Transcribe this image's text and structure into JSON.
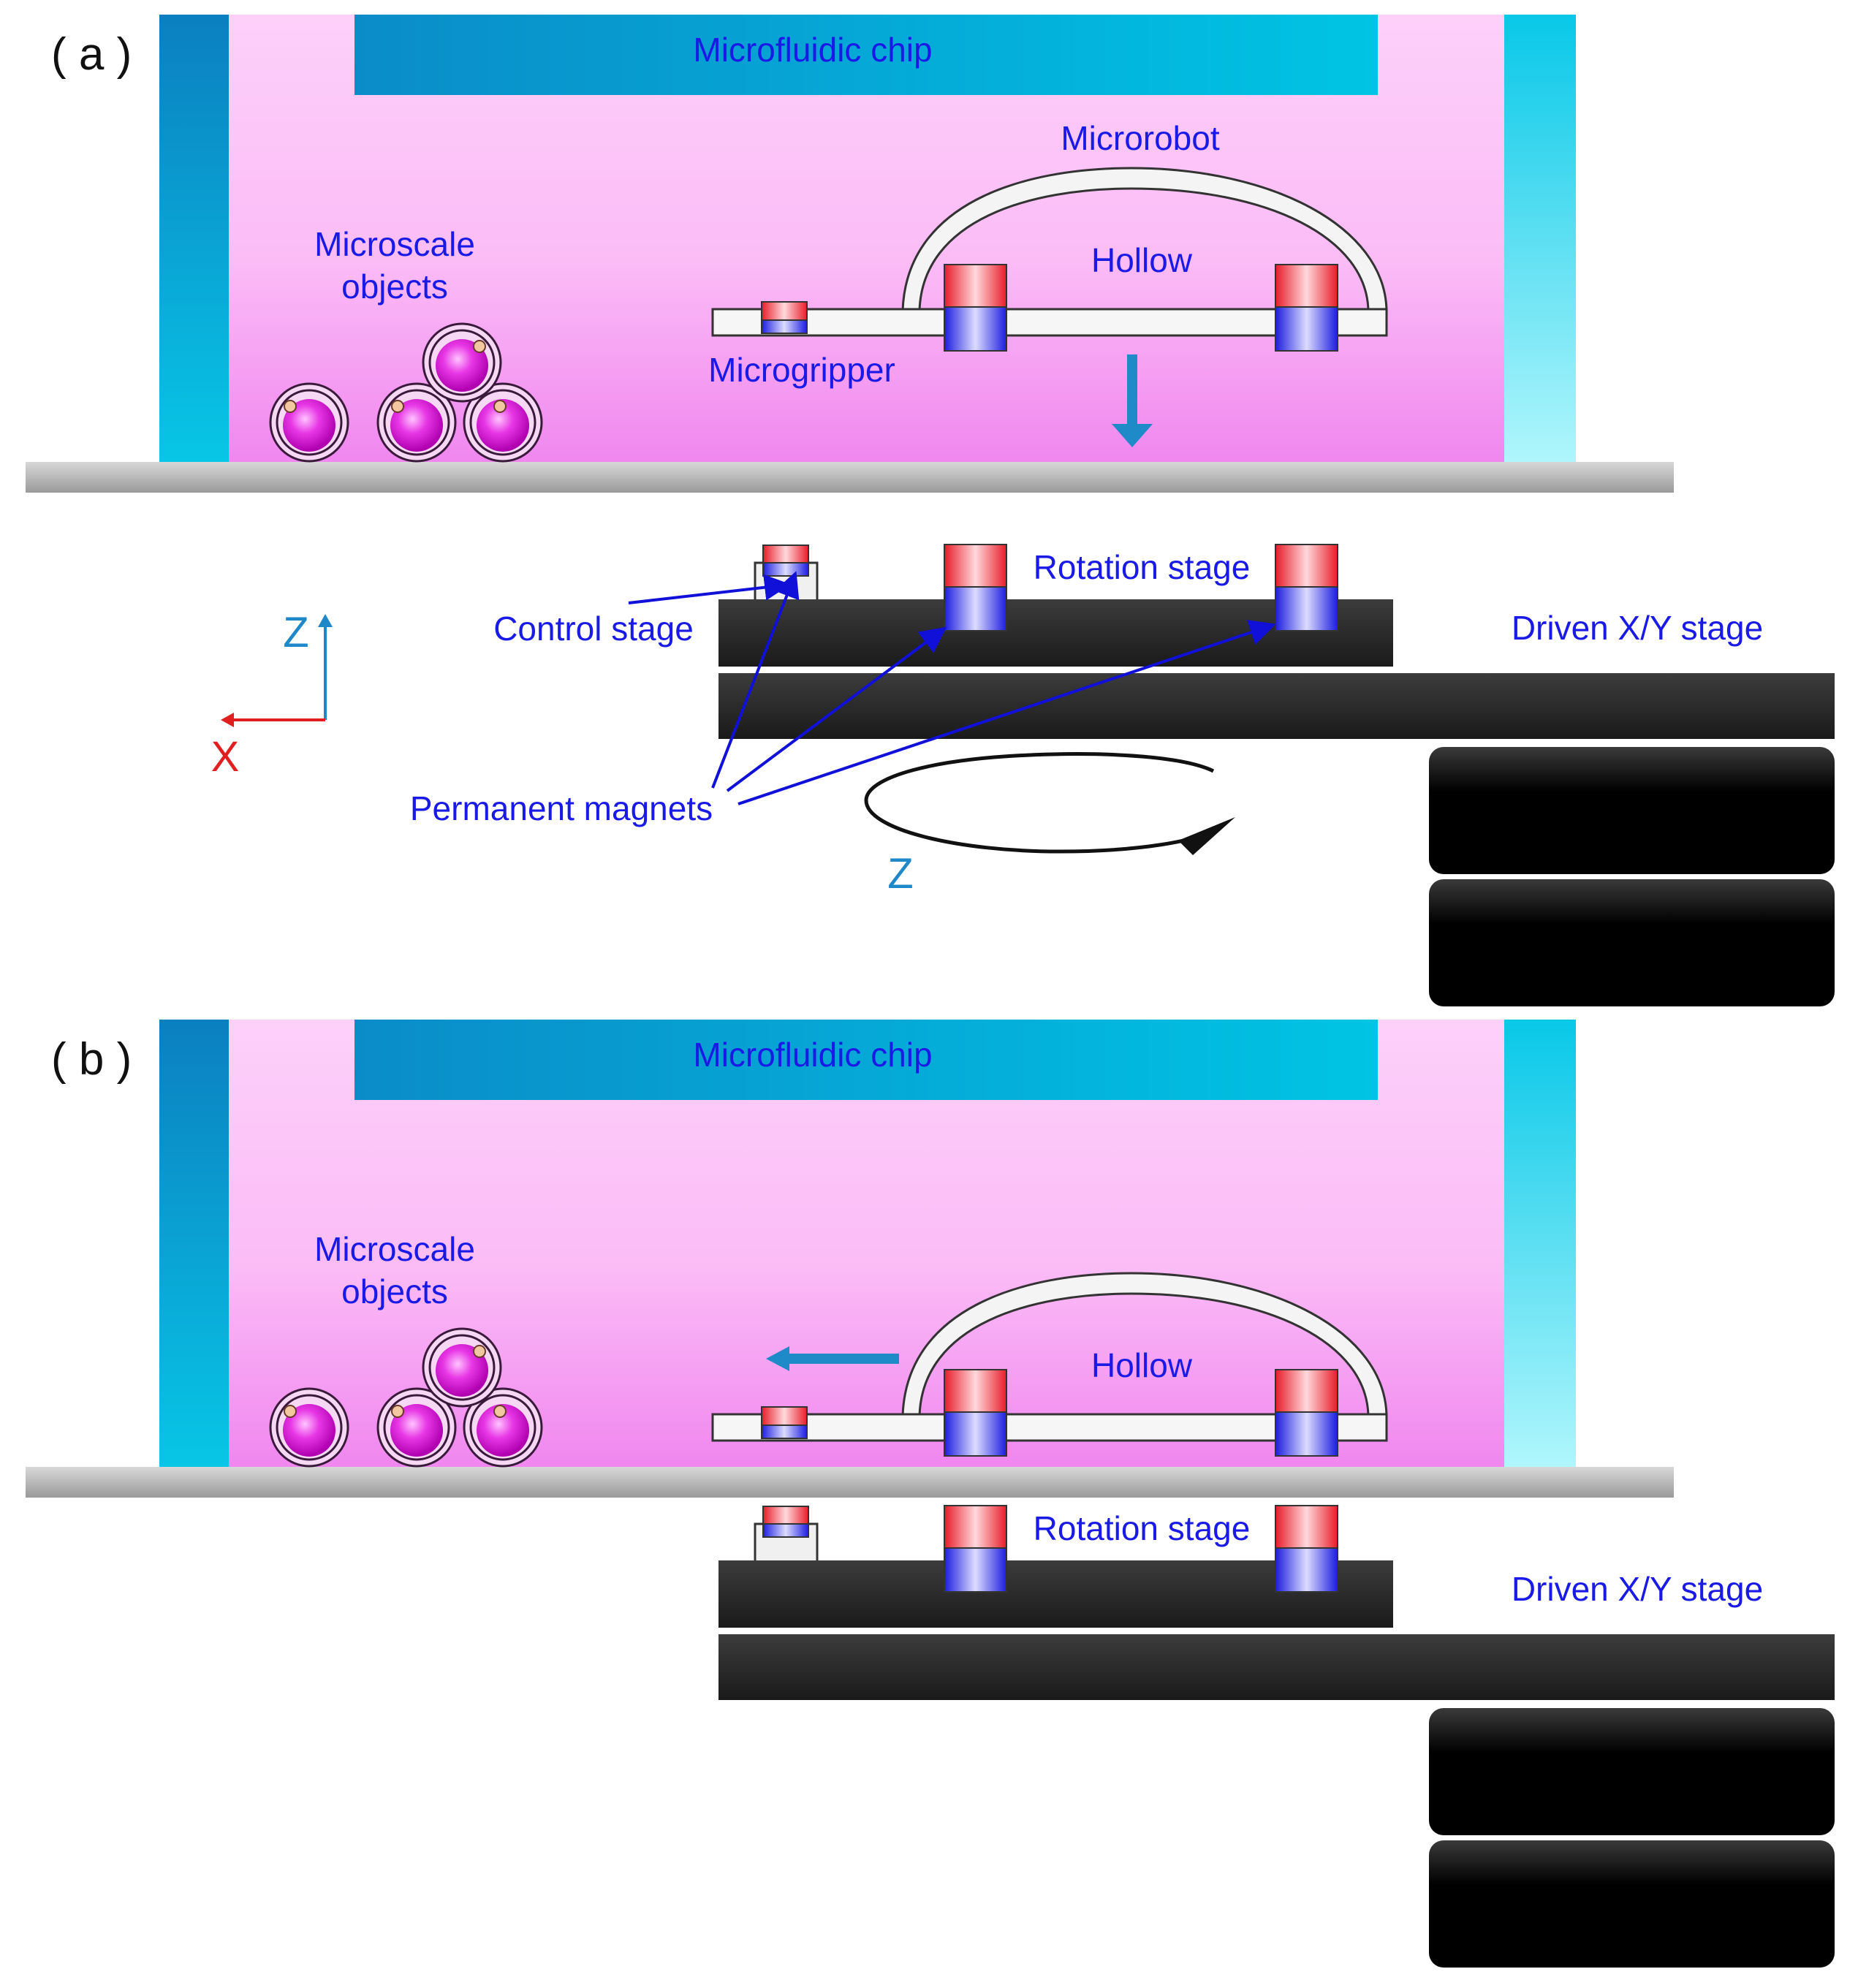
{
  "colors": {
    "chamber": "#fbc6f7",
    "chamber_bottom": "#f08cf0",
    "wall_dark": "#0a86c6",
    "wall_light": "#00c8e8",
    "wall_pale": "#a8f4fb",
    "label_blue": "#1a1ae6",
    "axis_blue": "#1e88c8",
    "axis_red": "#e02020",
    "magnet_red": "#e0202a",
    "magnet_blue": "#2a2ae0",
    "stage": "#2a2a2a"
  },
  "panel_a": {
    "label": "( a )",
    "chip": "Microfluidic chip",
    "microrobot": "Microrobot",
    "hollow": "Hollow",
    "microscale": "Microscale",
    "objects": "objects",
    "microgripper": "Microgripper",
    "rotation_stage": "Rotation stage",
    "control_stage": "Control stage",
    "driven_stage": "Driven X/Y stage",
    "permanent_magnets": "Permanent magnets",
    "axis_z": "Z",
    "axis_x": "X",
    "rotation_axis": "Z"
  },
  "panel_b": {
    "label": "( b )",
    "chip": "Microfluidic chip",
    "hollow": "Hollow",
    "microscale": "Microscale",
    "objects": "objects",
    "rotation_stage": "Rotation stage",
    "driven_stage": "Driven X/Y stage"
  }
}
